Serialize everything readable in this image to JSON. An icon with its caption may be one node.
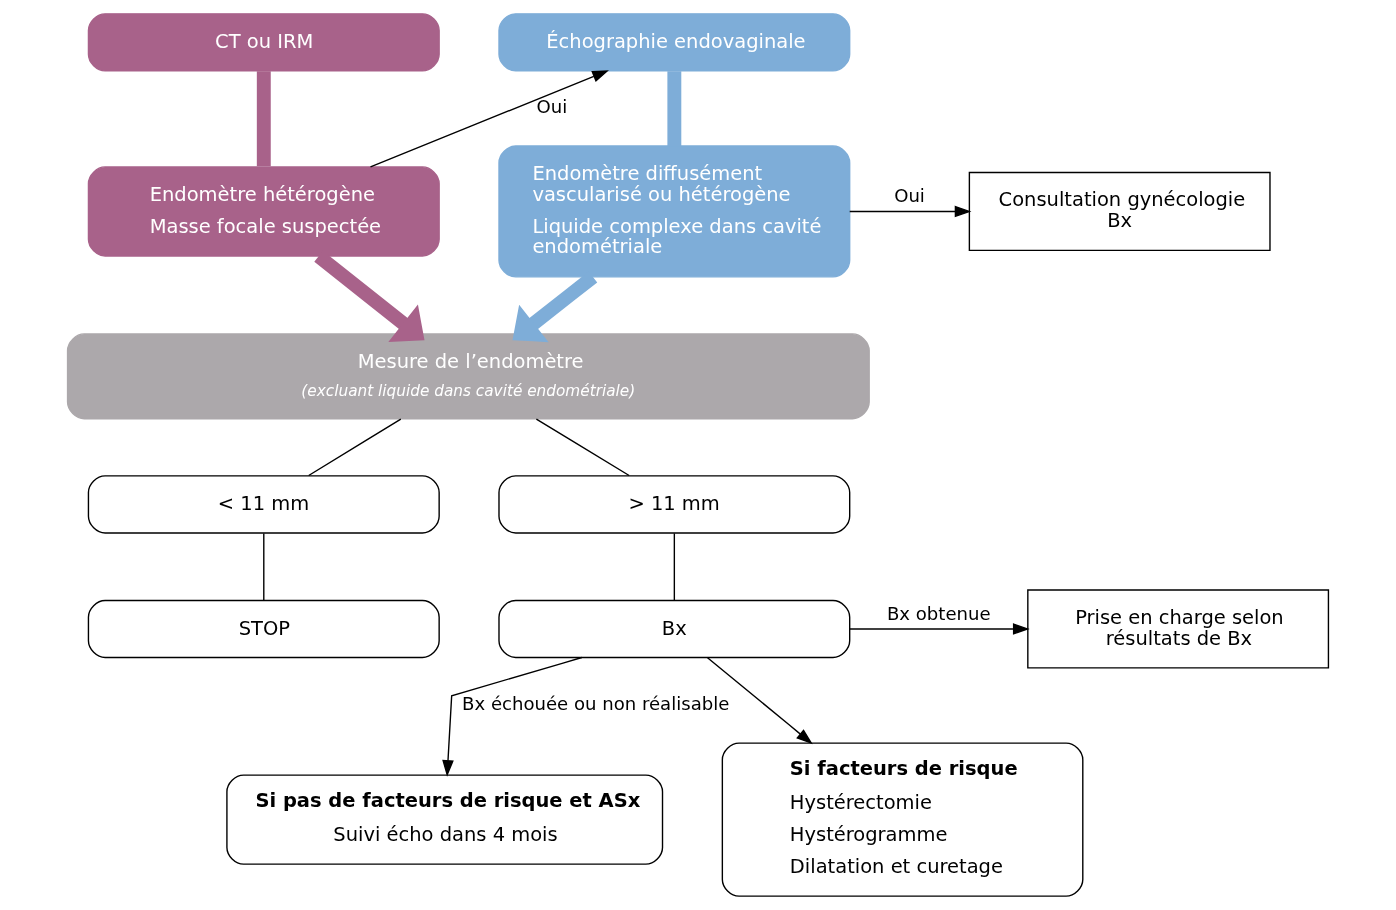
{
  "diagram": {
    "nodes": [
      {
        "text": [
          "CT ou IRM"
        ]
      },
      {
        "text": [
          "Endomètre hétérogène",
          "Masse focale suspectée"
        ]
      },
      {
        "text": [
          "Échographie endovaginale"
        ]
      },
      {
        "text": [
          "Endomètre diffusément vascularisé ou hétérogène",
          "Liquide complexe dans cavité endométriale"
        ]
      },
      {
        "text": [
          "Consultation gynécologie Bx"
        ]
      },
      {
        "text": [
          "Mesure de l’endomètre",
          "(excluant liquide dans cavité endométriale)"
        ]
      },
      {
        "text": [
          "< 11 mm"
        ]
      },
      {
        "text": [
          "> 11 mm"
        ]
      },
      {
        "text": [
          "STOP"
        ]
      },
      {
        "text": [
          "Bx"
        ]
      },
      {
        "text": [
          "Prise en charge selon résultats de Bx"
        ]
      },
      {
        "text": [
          "Si pas de facteurs de risque et ASx",
          "Suivi écho dans 4 mois"
        ]
      },
      {
        "text": [
          "Si facteurs de risque",
          "Hystérectomie",
          "Hystérogramme",
          "Dilatation et curetage"
        ]
      }
    ],
    "edges": [
      {
        "from": 0,
        "to": 1,
        "arrow": "none",
        "style": "thick",
        "color": "#a8628a"
      },
      {
        "from": 2,
        "to": 3,
        "arrow": "none",
        "style": "thick",
        "color": "#7eadd8"
      },
      {
        "from": 1,
        "to": 2,
        "arrow": "to",
        "label": "Oui"
      },
      {
        "from": 3,
        "to": 4,
        "arrow": "to",
        "label": "Oui"
      },
      {
        "from": 1,
        "to": 5,
        "arrow": "to",
        "style": "thick",
        "color": "#a8628a"
      },
      {
        "from": 3,
        "to": 5,
        "arrow": "to",
        "style": "thick",
        "color": "#7eadd8"
      },
      {
        "from": 5,
        "to": 6,
        "arrow": "none"
      },
      {
        "from": 5,
        "to": 7,
        "arrow": "none"
      },
      {
        "from": 6,
        "to": 8,
        "arrow": "none"
      },
      {
        "from": 7,
        "to": 9,
        "arrow": "none"
      },
      {
        "from": 9,
        "to": 10,
        "arrow": "to",
        "label": "Bx obtenue"
      },
      {
        "from": 9,
        "to": 11,
        "arrow": "to",
        "label": "Bx échouée ou non réalisable"
      },
      {
        "from": 9,
        "to": 12,
        "arrow": "to"
      }
    ]
  }
}
